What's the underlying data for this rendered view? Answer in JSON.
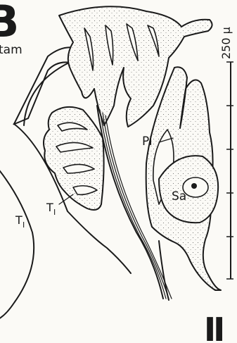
{
  "figure": {
    "panel_letter": "B",
    "caption_fragment": "tam",
    "plate_number": "II",
    "scale_bar": {
      "label": "250 μ",
      "value": 250,
      "unit": "μ"
    },
    "labels": {
      "pi": "Pi",
      "sa": "Sa",
      "t1_left": "T",
      "t1_left_sub": "I",
      "t1_lower": "T",
      "t1_lower_sub": "I"
    }
  }
}
